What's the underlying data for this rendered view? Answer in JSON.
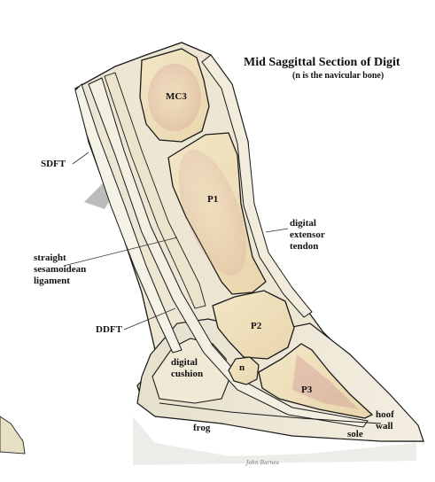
{
  "title": "Mid Saggittal Section of Digit",
  "subtitle": "(n is the navicular bone)",
  "labels": {
    "mc3": "MC3",
    "p1": "P1",
    "p2": "P2",
    "p3": "P3",
    "n": "n",
    "sdft": "SDFT",
    "straight_sesamoidean": "straight\nsesamoidean\nligament",
    "ddft": "DDFT",
    "digital_extensor": "digital\nextensor\ntendon",
    "digital_cushion": "digital\ncushion",
    "frog": "frog",
    "sole": "sole",
    "hoof_wall": "hoof\nwall"
  },
  "signature": "John Barnes",
  "colors": {
    "bone": "#eedfbd",
    "bone_marrow_tint": "#c98a8f",
    "tissue": "#e8e2cf",
    "hoof": "#efe8d6",
    "tendon": "#f1edde",
    "outline": "#1a1a1a"
  }
}
